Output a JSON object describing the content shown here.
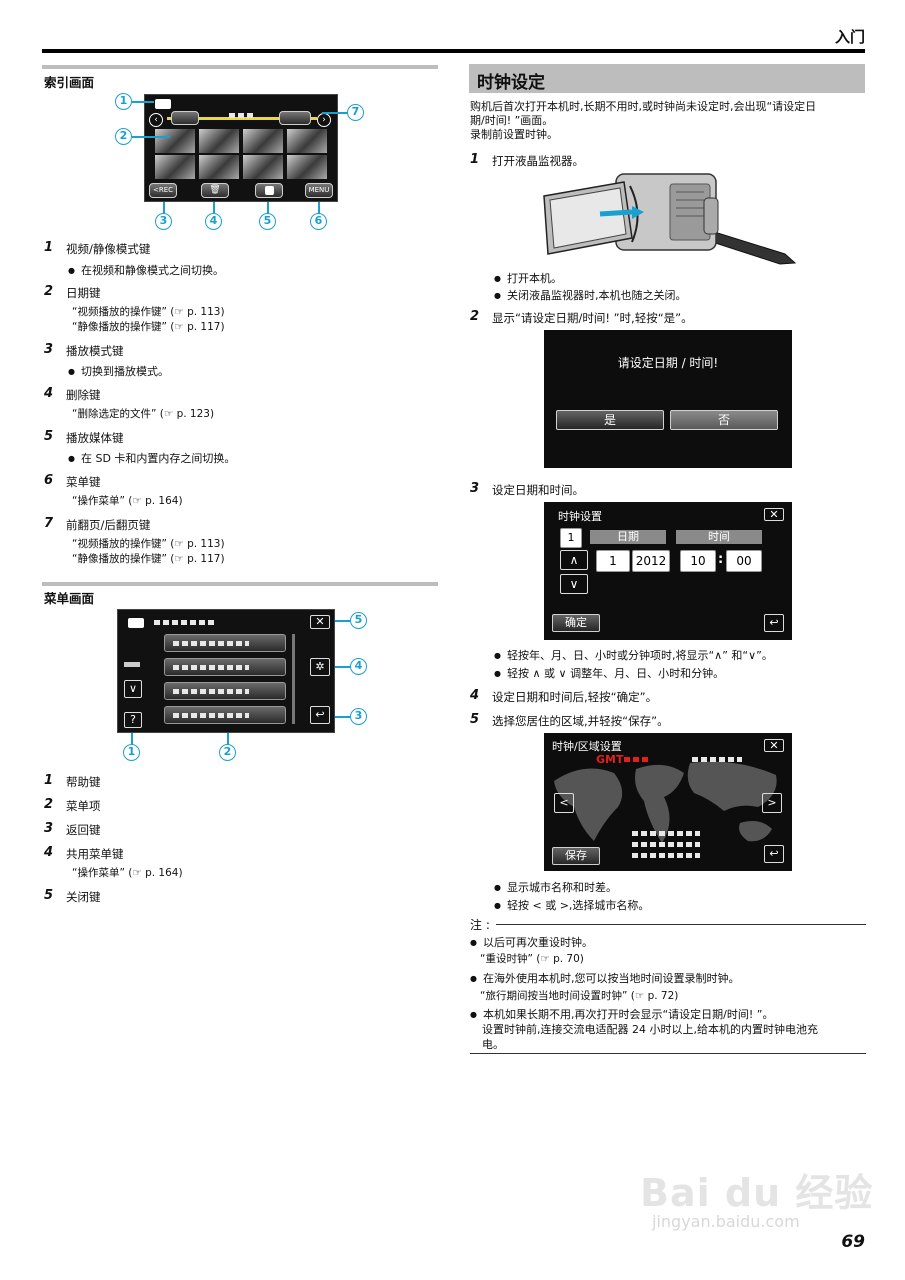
{
  "header": {
    "title": "入门"
  },
  "page_number": "69",
  "left": {
    "index_section": {
      "title": "索引画面",
      "screen": {
        "rec_label": "<REC",
        "menu_label": "MENU"
      },
      "callouts": [
        "1",
        "2",
        "3",
        "4",
        "5",
        "6",
        "7"
      ],
      "items": [
        {
          "num": "1",
          "label": "视频/静像模式键",
          "bullets": [
            "在视频和静像模式之间切换。"
          ],
          "refs": []
        },
        {
          "num": "2",
          "label": "日期键",
          "bullets": [],
          "refs": [
            "“视频播放的操作键” (☞ p. 113)",
            "“静像播放的操作键” (☞ p. 117)"
          ]
        },
        {
          "num": "3",
          "label": "播放模式键",
          "bullets": [
            "切换到播放模式。"
          ],
          "refs": []
        },
        {
          "num": "4",
          "label": "删除键",
          "bullets": [],
          "refs": [
            "“删除选定的文件” (☞ p. 123)"
          ]
        },
        {
          "num": "5",
          "label": "播放媒体键",
          "bullets": [
            "在 SD 卡和内置内存之间切换。"
          ],
          "refs": []
        },
        {
          "num": "6",
          "label": "菜单键",
          "bullets": [],
          "refs": [
            "“操作菜单” (☞ p. 164)"
          ]
        },
        {
          "num": "7",
          "label": "前翻页/后翻页键",
          "bullets": [],
          "refs": [
            "“视频播放的操作键” (☞ p. 113)",
            "“静像播放的操作键” (☞ p. 117)"
          ]
        }
      ]
    },
    "menu_section": {
      "title": "菜单画面",
      "screen": {
        "help_label": "?",
        "close_label": "✕"
      },
      "callouts": [
        "1",
        "2",
        "3",
        "4",
        "5"
      ],
      "items": [
        {
          "num": "1",
          "label": "帮助键",
          "refs": []
        },
        {
          "num": "2",
          "label": "菜单项",
          "refs": []
        },
        {
          "num": "3",
          "label": "返回键",
          "refs": []
        },
        {
          "num": "4",
          "label": "共用菜单键",
          "refs": [
            "“操作菜单” (☞ p. 164)"
          ]
        },
        {
          "num": "5",
          "label": "关闭键",
          "refs": []
        }
      ]
    }
  },
  "right": {
    "title": "时钟设定",
    "intro": [
      "购机后首次打开本机时,长期不用时,或时钟尚未设定时,会出现“请设定日",
      "期/时间! ”画面。",
      "录制前设置时钟。"
    ],
    "steps": [
      {
        "num": "1",
        "text": "打开液晶监视器。",
        "bullets": [
          "打开本机。",
          "关闭液晶监视器时,本机也随之关闭。"
        ]
      },
      {
        "num": "2",
        "text": "显示“请设定日期/时间! ”时,轻按“是”。",
        "bullets": []
      },
      {
        "num": "3",
        "text": "设定日期和时间。",
        "bullets": [
          "轻按年、月、日、小时或分钟项时,将显示“∧” 和“∨”。",
          "轻按 ∧ 或 ∨ 调整年、月、日、小时和分钟。"
        ]
      },
      {
        "num": "4",
        "text": "设定日期和时间后,轻按“确定”。",
        "bullets": []
      },
      {
        "num": "5",
        "text": "选择您居住的区域,并轻按“保存”。",
        "bullets": [
          "显示城市名称和时差。",
          "轻按 < 或 >,选择城市名称。"
        ]
      }
    ],
    "dialog_date": {
      "message": "请设定日期 / 时间!",
      "yes": "是",
      "no": "否"
    },
    "dialog_clock": {
      "title": "时钟设置",
      "date_header": "日期",
      "time_header": "时间",
      "field_left": "1",
      "month": "1",
      "year": "2012",
      "hour": "10",
      "colon": ":",
      "minute": "00",
      "up": "∧",
      "down": "∨",
      "ok": "确定",
      "close": "✕",
      "back": "↩"
    },
    "dialog_zone": {
      "title": "时钟/区域设置",
      "gmt": "GMT",
      "prev": "<",
      "next": ">",
      "save": "保存",
      "close": "✕",
      "back": "↩"
    },
    "note": {
      "label": "注 :",
      "items": [
        {
          "text": "以后可再次重设时钟。",
          "ref": "“重设时钟” (☞ p. 70)"
        },
        {
          "text": "在海外使用本机时,您可以按当地时间设置录制时钟。",
          "ref": "“旅行期间按当地时间设置时钟” (☞ p. 72)"
        },
        {
          "text": "本机如果长期不用,再次打开时会显示“请设定日期/时间! ”。",
          "ref": ""
        }
      ],
      "continuation": [
        "设置时钟前,连接交流电适配器 24 小时以上,给本机的内置时钟电池充",
        "电。"
      ]
    }
  },
  "watermark": {
    "brand": "Bai du 经验",
    "url": "jingyan.baidu.com"
  },
  "colors": {
    "callout": "#1aa0cf",
    "gmt_red": "#e0201c",
    "section_bar": "#bdbdbd"
  }
}
